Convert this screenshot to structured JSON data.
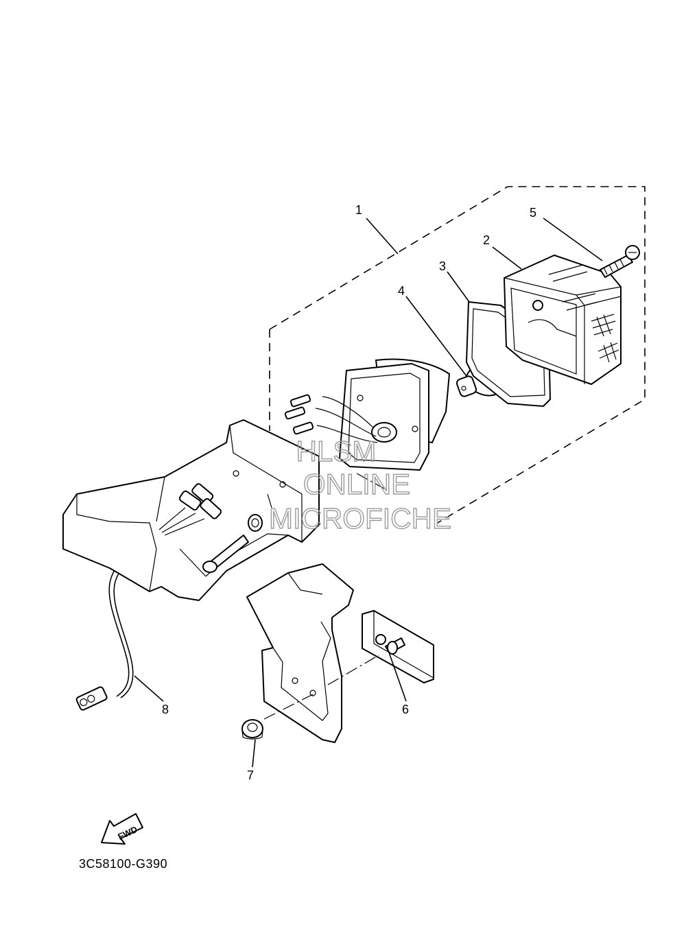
{
  "diagram": {
    "part_code": "3C58100-G390",
    "fwd_label": "FWD",
    "callouts": [
      "1",
      "2",
      "3",
      "4",
      "5",
      "6",
      "7",
      "8"
    ]
  },
  "watermark": {
    "line1": "HLSM",
    "line2": "ONLINE",
    "line3": "MICROFICHE"
  }
}
